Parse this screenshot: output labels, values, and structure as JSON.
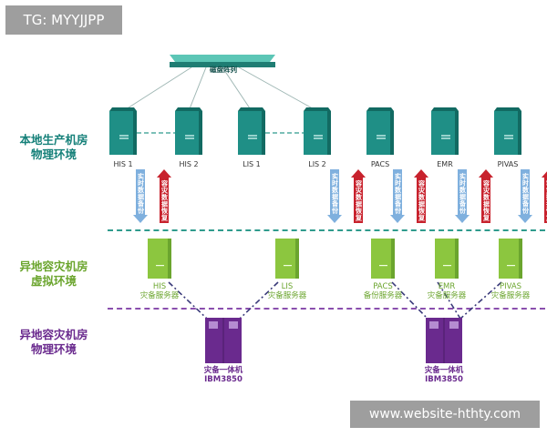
{
  "tag_text": "TG: MYYJJPP",
  "watermark_text": "www.website-hthty.com",
  "storage_label": "磁盘阵列",
  "zones": {
    "production": "本地生产机房\n物理环境",
    "virtual": "异地容灾机房\n虚拟环境",
    "physical": "异地容灾机房\n物理环境"
  },
  "prod_servers": [
    "HIS 1",
    "HIS 2",
    "LIS 1",
    "LIS 2",
    "PACS",
    "EMR",
    "PIVAS"
  ],
  "arrow_labels": {
    "backup": "实时数据备份",
    "recover": "容灾数据恢复"
  },
  "virt_servers": [
    {
      "name": "HIS",
      "role": "灾备服务器"
    },
    {
      "name": "LIS",
      "role": "灾备服务器"
    },
    {
      "name": "PACS",
      "role": "备份服务器"
    },
    {
      "name": "EMR",
      "role": "灾备服务器"
    },
    {
      "name": "PIVAS",
      "role": "灾备服务器"
    }
  ],
  "phys_servers": [
    {
      "line1": "灾备一体机",
      "line2": "IBM3850"
    },
    {
      "line1": "灾备一体机",
      "line2": "IBM3850"
    }
  ],
  "colors": {
    "teal": "#158079",
    "green": "#6ba52e",
    "purple": "#6a2a8e",
    "blue_arrow": "#7fb0de",
    "red_arrow": "#c8222d"
  }
}
